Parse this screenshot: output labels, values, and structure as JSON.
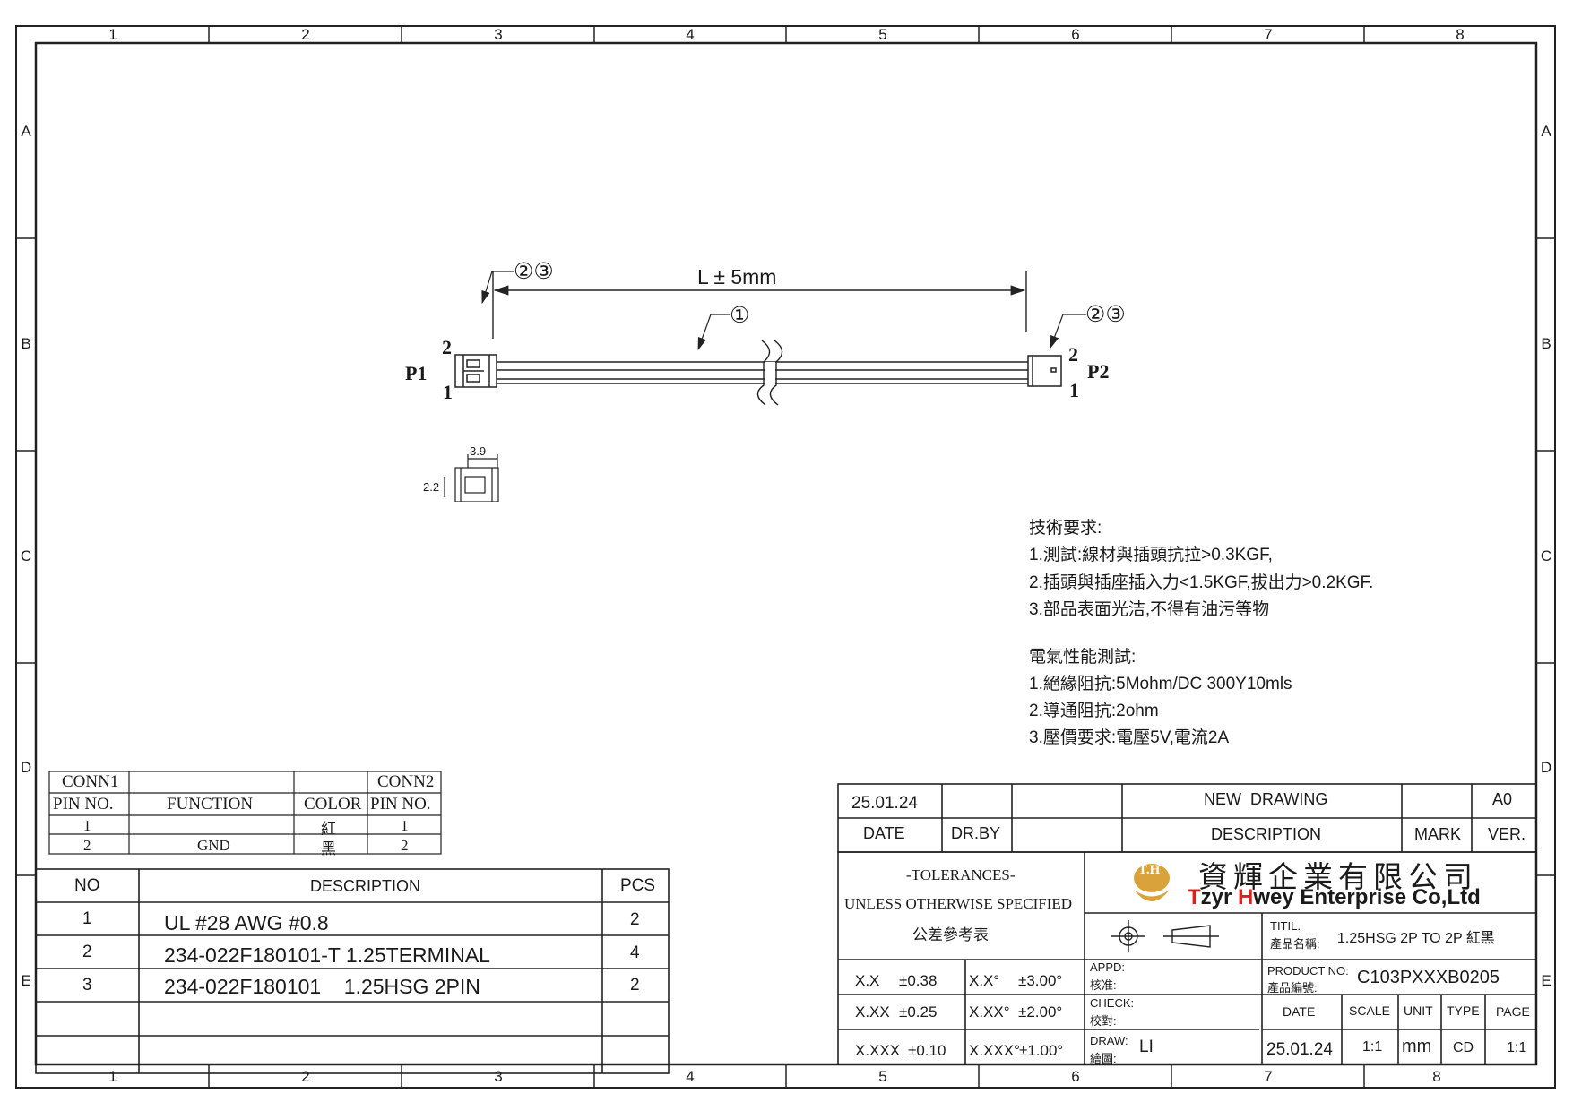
{
  "frame": {
    "cols_top": [
      "1",
      "2",
      "3",
      "4",
      "5",
      "6",
      "7",
      "8"
    ],
    "cols_bottom": [
      "1",
      "2",
      "3",
      "4",
      "5",
      "6",
      "7",
      "8"
    ],
    "rows_left": [
      "A",
      "B",
      "C",
      "D",
      "E"
    ],
    "rows_right": [
      "A",
      "B",
      "C",
      "D",
      "E"
    ]
  },
  "drawing": {
    "dimension_label": "L ± 5mm",
    "callout_balloons_left": "②③",
    "callout_balloon_wire": "①",
    "callout_balloons_right": "②③",
    "p1_label": "P1",
    "p2_label": "P2",
    "p1_pin_top": "2",
    "p1_pin_bottom": "1",
    "p2_pin_top": "2",
    "p2_pin_bottom": "1",
    "detail_width": "3.9",
    "detail_height": "2.2"
  },
  "notes": {
    "tech_title": "技術要求:",
    "tech_items": [
      "1.測試:線材與插頭抗拉>0.3KGF,",
      "2.插頭與插座插入力<1.5KGF,拔出力>0.2KGF.",
      "3.部品表面光洁,不得有油污等物"
    ],
    "elec_title": "電氣性能測試:",
    "elec_items": [
      "1.絕緣阻抗:5Mohm/DC 300Y10mls",
      "2.導通阻抗:2ohm",
      "3.壓價要求:電壓5V,電流2A"
    ]
  },
  "pin_table": {
    "h_conn1": "CONN1",
    "h_conn2": "CONN2",
    "h_pin1": "PIN NO.",
    "h_function": "FUNCTION",
    "h_color": "COLOR",
    "h_pin2": "PIN NO.",
    "rows": [
      {
        "pin1": "1",
        "function": "",
        "color": "紅",
        "pin2": "1"
      },
      {
        "pin1": "2",
        "function": "GND",
        "color": "黑",
        "pin2": "2"
      }
    ]
  },
  "bom": {
    "h_no": "NO",
    "h_desc": "DESCRIPTION",
    "h_pcs": "PCS",
    "rows": [
      {
        "no": "1",
        "desc": "UL #28 AWG #0.8",
        "pcs": "2"
      },
      {
        "no": "2",
        "desc": "234-022F180101-T 1.25TERMINAL",
        "pcs": "4"
      },
      {
        "no": "3",
        "desc": "234-022F180101    1.25HSG 2PIN",
        "pcs": "2"
      }
    ]
  },
  "revision": {
    "date": "25.01.24",
    "description": "NEW  DRAWING",
    "version": "A0",
    "h_date": "DATE",
    "h_drby": "DR.BY",
    "h_desc": "DESCRIPTION",
    "h_mark": "MARK",
    "h_ver": "VER."
  },
  "tolerances": {
    "line1": "-TOLERANCES-",
    "line2": "UNLESS OTHERWISE SPECIFIED",
    "line3": "公差參考表",
    "rows": [
      {
        "lin_key": "X.X",
        "lin_val": "±0.38",
        "ang_key": "X.X°",
        "ang_val": "±3.00°"
      },
      {
        "lin_key": "X.XX",
        "lin_val": "±0.25",
        "ang_key": "X.XX°",
        "ang_val": "±2.00°"
      },
      {
        "lin_key": "X.XXX",
        "lin_val": "±0.10",
        "ang_key": "X.XXX°",
        "ang_val": "±1.00°"
      }
    ]
  },
  "company": {
    "logo_text": "T.H",
    "name_cn": "資輝企業有限公司",
    "name_en_t": "T",
    "name_en_1": "zyr ",
    "name_en_h": "H",
    "name_en_2": "wey Enterprise Co,Ltd",
    "brand_red": "#d92323",
    "logo_gold": "#d9a23a"
  },
  "title_block": {
    "title_label_en": "TITIL.",
    "title_label_cn": "產品名稱:",
    "title_value": "1.25HSG 2P TO 2P 紅黑",
    "product_label_en": "PRODUCT NO:",
    "product_label_cn": "產品編號:",
    "product_value": "C103PXXXB0205",
    "appd_en": "APPD:",
    "appd_cn": "核准:",
    "check_en": "CHECK:",
    "check_cn": "校對:",
    "draw_en": "DRAW:",
    "draw_cn": "繪圖:",
    "draw_value": "LI",
    "h_date": "DATE",
    "h_scale": "SCALE",
    "h_unit": "UNIT",
    "h_type": "TYPE",
    "h_page": "PAGE",
    "v_date": "25.01.24",
    "v_scale": "1:1",
    "v_unit": "mm",
    "v_type": "CD",
    "v_page": "1:1"
  }
}
